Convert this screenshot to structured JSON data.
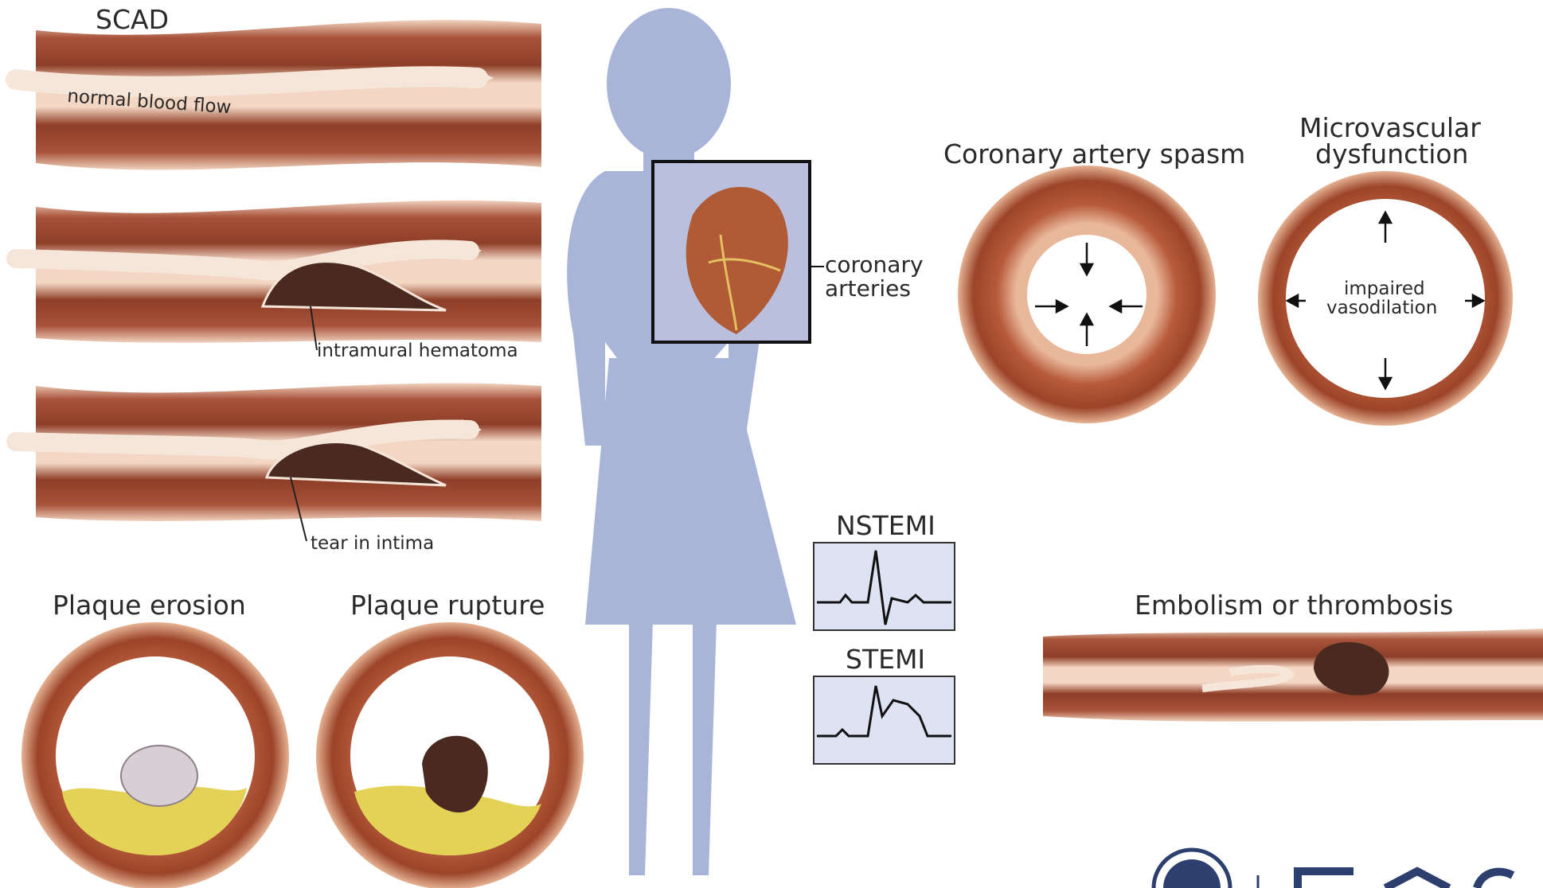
{
  "scad": {
    "title": "SCAD",
    "normal_flow": "normal blood flow",
    "hematoma": "intramural hematoma",
    "tear": "tear in intima"
  },
  "plaque": {
    "erosion": "Plaque erosion",
    "rupture": "Plaque rupture"
  },
  "heart": {
    "label_line1": "coronary",
    "label_line2": "arteries"
  },
  "ecg": {
    "nstemi": "NSTEMI",
    "stemi": "STEMI"
  },
  "spasm": {
    "title": "Coronary artery spasm"
  },
  "microvascular": {
    "title_line1": "Microvascular",
    "title_line2": "dysfunction",
    "label_line1": "impaired",
    "label_line2": "vasodilation"
  },
  "embolism": {
    "title": "Embolism or thrombosis"
  },
  "colors": {
    "vessel_wall": "#b65a3a",
    "vessel_dark": "#8e3e27",
    "vessel_light": "#f3d6c3",
    "lumen": "#f7e4d6",
    "clot": "#4a2a20",
    "silhouette": "#a9b4d9",
    "plaque_yellow": "#e4d257",
    "ecg_bg": "#dde3f2"
  }
}
